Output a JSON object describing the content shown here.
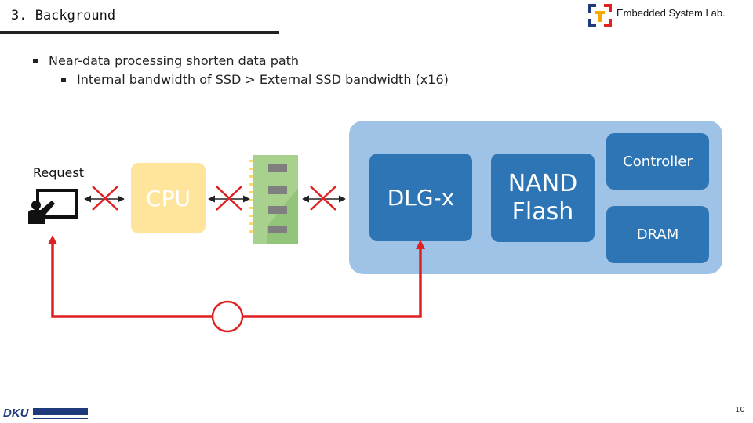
{
  "header": {
    "title": "3. Background",
    "lab_name": "Embedded System Lab."
  },
  "bullets": [
    {
      "text": "Near-data processing shorten data path",
      "level": 1
    },
    {
      "text": "Internal bandwidth of SSD > External SSD bandwidth (x16)",
      "level": 2
    }
  ],
  "diagram": {
    "request_label": "Request",
    "cpu_label": "CPU",
    "dlg_label": "DLG-x",
    "nand_label_line1": "NAND",
    "nand_label_line2": "Flash",
    "controller_label": "Controller",
    "dram_label": "DRAM"
  },
  "footer": {
    "page_number": "10",
    "university_logo": "dku-logo"
  },
  "colors": {
    "cpu_fill": "#ffe49b",
    "ssd_panel": "#9fc3e6",
    "ssd_component": "#2e75b6",
    "path_red": "#e02020",
    "memory_green": "#a9d18e"
  }
}
